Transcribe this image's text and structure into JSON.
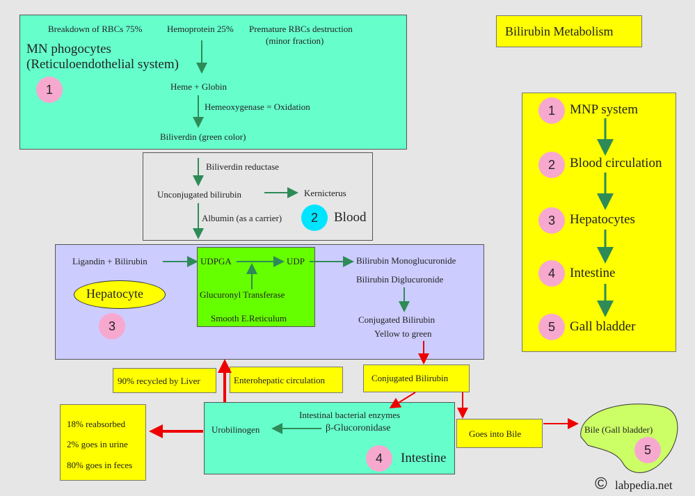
{
  "title": "Bilirubin Metabolism",
  "mn": {
    "rbc": "Breakdown of RBCs 75%",
    "hemoprotein": "Hemoprotein 25%",
    "premature": "Premature RBCs destruction",
    "minor": "(minor fraction)",
    "label1": "MN phogocytes",
    "label2": "(Reticuloendothelial system)",
    "num": "1",
    "heme": "Heme + Globin",
    "hemeox": "Hemeoxygenase = Oxidation",
    "biliverdin": "Biliverdin (green color)"
  },
  "blood": {
    "reductase": "Biliverdin reductase",
    "unconj": "Unconjugated bilirubin",
    "kern": "Kernicterus",
    "albumin": "Albumin (as a carrier)",
    "num": "2",
    "label": "Blood"
  },
  "hep": {
    "ligandin": "Ligandin + Bilirubin",
    "udpga": "UDPGA",
    "udp": "UDP",
    "mono": "Bilirubin Monoglucuronide",
    "di": "Bilirubin Diglucuronide",
    "label": "Hepatocyte",
    "num": "3",
    "transferase": "Glucuronyl Transferase",
    "ser": "Smooth E.Reticulum",
    "conj": "Conjugated Bilirubin",
    "yellow": "Yellow to green"
  },
  "mid": {
    "recycled": "90% recycled by Liver",
    "entero": "Enterohepatic circulation",
    "conj": "Conjugated Bilirubin",
    "bile": "Goes into Bile"
  },
  "intestine": {
    "enz": "Intestinal bacterial enzymes",
    "urobil": "Urobilinogen",
    "beta": "β-Glucoronidase",
    "num": "4",
    "label": "Intestine"
  },
  "fate": {
    "reabs": "18% reabsorbed",
    "urine": "2% goes in urine",
    "feces": "80% goes in feces"
  },
  "gall": {
    "label": "Bile  (Gall bladder)",
    "num": "5"
  },
  "summary": [
    {
      "num": "1",
      "label": "MNP system"
    },
    {
      "num": "2",
      "label": "Blood circulation"
    },
    {
      "num": "3",
      "label": "Hepatocytes"
    },
    {
      "num": "4",
      "label": "Intestine"
    },
    {
      "num": "5",
      "label": "Gall bladder"
    }
  ],
  "watermark": {
    "symbol": "©",
    "text": "labpedia.net"
  },
  "colors": {
    "mint": "#66ffcc",
    "lavender": "#ccccff",
    "yellow": "#ffff00",
    "green": "#66ff00",
    "pink": "#f7a8cf",
    "cyan": "#00e5ff",
    "lightgreen": "#ccff66",
    "arrowGreen": "#2e8b57",
    "arrowRed": "#ee0000"
  }
}
